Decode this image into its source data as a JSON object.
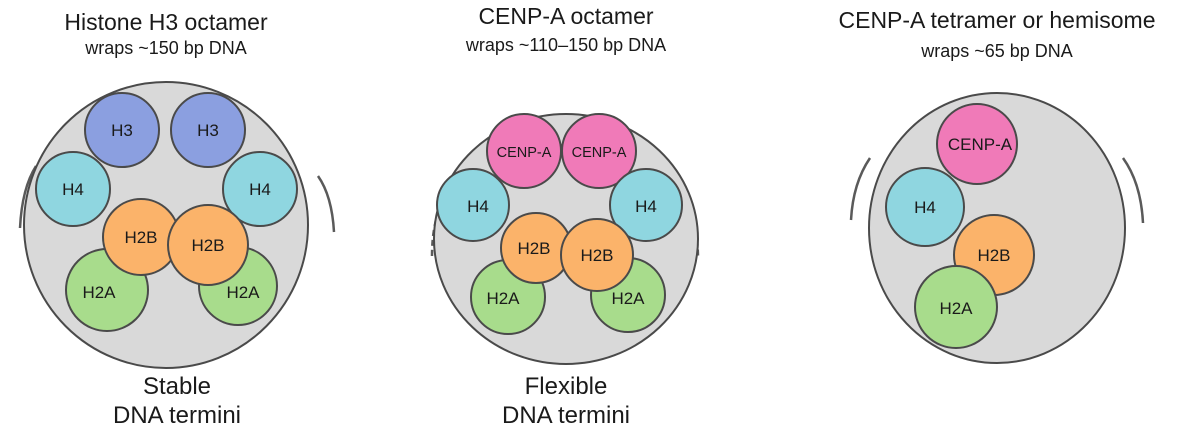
{
  "colors": {
    "background": "#ffffff",
    "nucleosome_fill": "#d9d9d9",
    "outline": "#4a4a4a",
    "dna": "#5a5a5a",
    "H3": "#8b9fe0",
    "CENP-A": "#f07ab8",
    "H4": "#8fd6e0",
    "H2B": "#fbb36a",
    "H2A": "#a8dc8c"
  },
  "panels": [
    {
      "title": "Histone H3 octamer",
      "subtitle": "wraps ~150 bp DNA",
      "note_line1": "Stable",
      "note_line2": "DNA termini",
      "dna_ends": "solid",
      "histones": [
        {
          "label": "H3",
          "type": "H3"
        },
        {
          "label": "H3",
          "type": "H3"
        },
        {
          "label": "H4",
          "type": "H4"
        },
        {
          "label": "H4",
          "type": "H4"
        },
        {
          "label": "H2A",
          "type": "H2A"
        },
        {
          "label": "H2A",
          "type": "H2A"
        },
        {
          "label": "H2B",
          "type": "H2B"
        },
        {
          "label": "H2B",
          "type": "H2B"
        }
      ]
    },
    {
      "title": "CENP-A octamer",
      "subtitle": "wraps ~110–150 bp DNA",
      "note_line1": "Flexible",
      "note_line2": "DNA termini",
      "dna_ends": "dashed",
      "histones": [
        {
          "label": "CENP-A",
          "type": "CENP-A"
        },
        {
          "label": "CENP-A",
          "type": "CENP-A"
        },
        {
          "label": "H4",
          "type": "H4"
        },
        {
          "label": "H4",
          "type": "H4"
        },
        {
          "label": "H2A",
          "type": "H2A"
        },
        {
          "label": "H2A",
          "type": "H2A"
        },
        {
          "label": "H2B",
          "type": "H2B"
        },
        {
          "label": "H2B",
          "type": "H2B"
        }
      ]
    },
    {
      "title": "CENP-A tetramer or hemisome",
      "subtitle": "wraps ~65 bp DNA",
      "note_line1": "",
      "note_line2": "",
      "dna_ends": "solid",
      "histones": [
        {
          "label": "CENP-A",
          "type": "CENP-A"
        },
        {
          "label": "H4",
          "type": "H4"
        },
        {
          "label": "H2B",
          "type": "H2B"
        },
        {
          "label": "H2A",
          "type": "H2A"
        }
      ]
    }
  ]
}
